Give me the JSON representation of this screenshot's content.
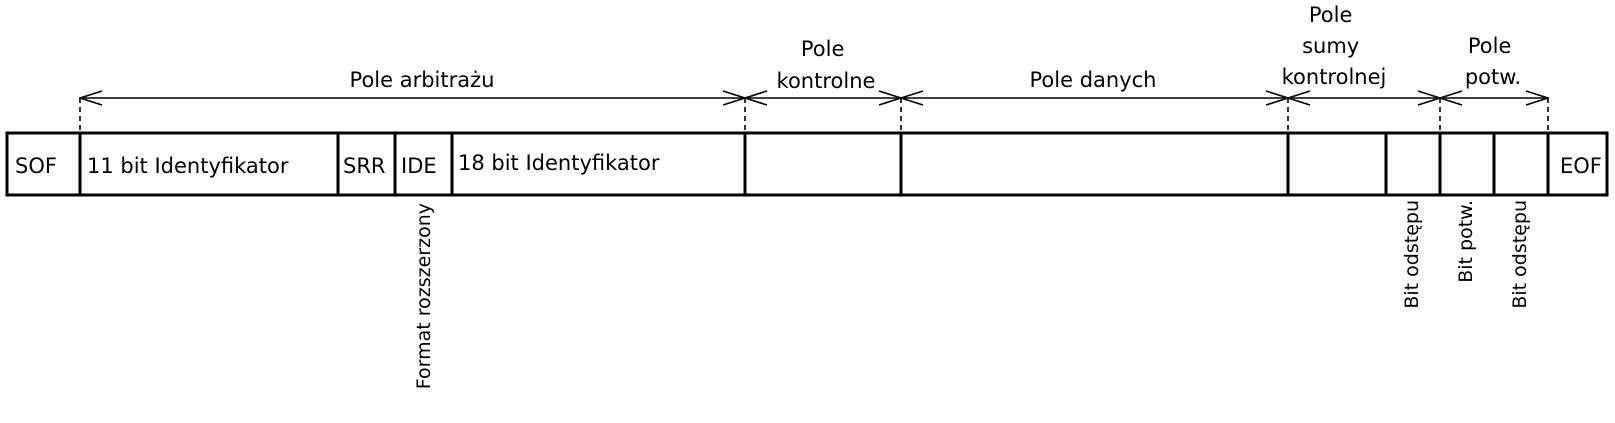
{
  "frame": {
    "fields": [
      {
        "label": "SOF"
      },
      {
        "label": "11 bit Identyfikator"
      },
      {
        "label": "SRR"
      },
      {
        "label": "IDE"
      },
      {
        "label": "18 bit Identyfikator"
      },
      {
        "label": ""
      },
      {
        "label": ""
      },
      {
        "label": ""
      },
      {
        "label": ""
      },
      {
        "label": ""
      },
      {
        "label": ""
      },
      {
        "label": "EOF"
      }
    ]
  },
  "segments": [
    {
      "lines": [
        "Pole arbitrażu"
      ]
    },
    {
      "lines": [
        "Pole",
        "kontrolne"
      ]
    },
    {
      "lines": [
        "Pole danych"
      ]
    },
    {
      "lines": [
        "Pole",
        "sumy",
        "kontrolnej"
      ]
    },
    {
      "lines": [
        "Pole",
        "potw."
      ]
    }
  ],
  "rotated_labels": [
    {
      "text": "Format rozszerzony"
    },
    {
      "text": "Bit odstępu"
    },
    {
      "text": "Bit potw."
    },
    {
      "text": "Bit odstępu"
    }
  ]
}
